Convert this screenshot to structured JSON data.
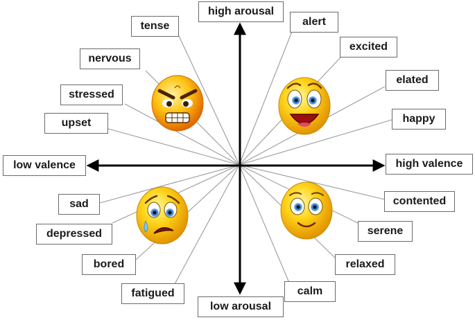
{
  "axes": {
    "top": "high arousal",
    "bottom": "low arousal",
    "left": "low valence",
    "right": "high valence"
  },
  "emotions": {
    "tense": "tense",
    "alert": "alert",
    "nervous": "nervous",
    "excited": "excited",
    "elated": "elated",
    "stressed": "stressed",
    "upset": "upset",
    "happy": "happy",
    "sad": "sad",
    "contented": "contented",
    "depressed": "depressed",
    "serene": "serene",
    "bored": "bored",
    "relaxed": "relaxed",
    "fatigued": "fatigued",
    "calm": "calm"
  },
  "colors": {
    "axis": "#000000",
    "connector": "#9a9a9a",
    "box_border": "#6a6a6a",
    "face": "#f7c600"
  },
  "icons": [
    "angry-face-icon",
    "excited-face-icon",
    "crying-face-icon",
    "calm-face-icon"
  ]
}
